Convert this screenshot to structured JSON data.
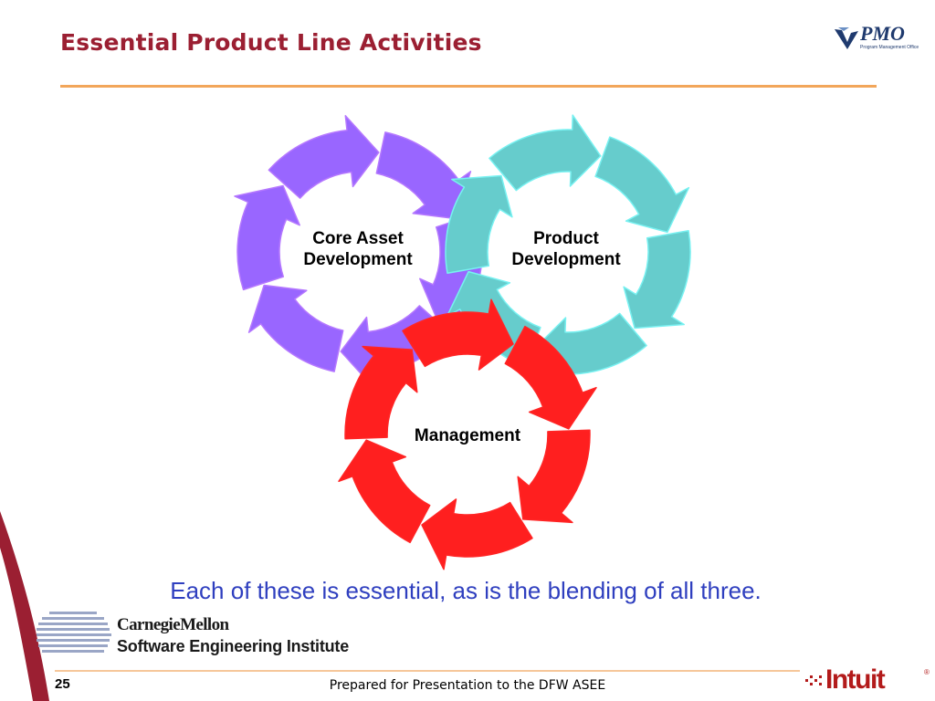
{
  "slide": {
    "title": "Essential Product Line Activities",
    "caption": "Each of these is essential, as is the blending of all three.",
    "page_number": "25",
    "footer_text": "Prepared for Presentation to the DFW ASEE"
  },
  "cycles": [
    {
      "label_line1": "Core Asset",
      "label_line2": "Development",
      "color": "#9966ff"
    },
    {
      "label_line1": "Product",
      "label_line2": "Development",
      "color": "#66cccc"
    },
    {
      "label_line1": "Management",
      "color": "#ff1f1f"
    }
  ],
  "logos": {
    "pmo": {
      "text": "PMO",
      "subtext": "Program Management Office"
    },
    "cmu": {
      "line1": "CarnegieMellon",
      "line2": "Software Engineering Institute"
    },
    "intuit": {
      "text": "Intuit",
      "registered": "®"
    }
  },
  "colors": {
    "title": "#9b1f32",
    "title_rule": "#f2a65a",
    "caption": "#2f3fbf",
    "intuit": "#b31b1b"
  }
}
